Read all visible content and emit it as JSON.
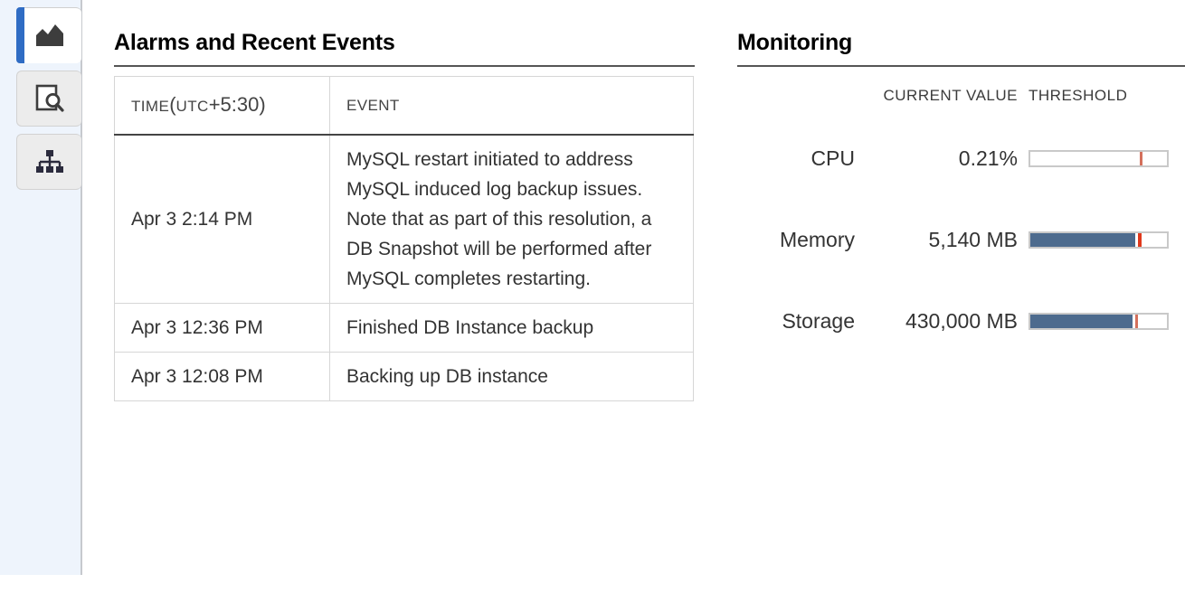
{
  "sidebar": {
    "tabs": [
      {
        "name": "monitoring-graphs",
        "icon": "area-chart-icon",
        "selected": true
      },
      {
        "name": "logs-and-events",
        "icon": "document-search-icon",
        "selected": false
      },
      {
        "name": "configuration",
        "icon": "sitemap-icon",
        "selected": false
      }
    ],
    "accent_color": "#2f6cc4",
    "background_color": "#eef4fc"
  },
  "events_panel": {
    "title": "Alarms and Recent Events",
    "columns": {
      "time_prefix": "TIME",
      "time_suffix": "(UTC+5:30)",
      "time_small_1": "TIME",
      "time_paren_open": "(",
      "time_utc": "UTC",
      "time_offset": "+5:30",
      "time_paren_close": ")",
      "event": "EVENT"
    },
    "rows": [
      {
        "time": "Apr 3 2:14 PM",
        "event": "MySQL restart initiated to address MySQL induced log backup issues. Note that as part of this resolution, a DB Snapshot will be performed after MySQL completes restarting."
      },
      {
        "time": "Apr 3 12:36 PM",
        "event": "Finished DB Instance backup"
      },
      {
        "time": "Apr 3 12:08 PM",
        "event": "Backing up DB instance"
      }
    ]
  },
  "monitoring_panel": {
    "title": "Monitoring",
    "columns": {
      "metric": "",
      "current_value": "CURRENT VALUE",
      "threshold": "THRESHOLD"
    },
    "metrics": [
      {
        "label": "CPU",
        "value": "0.21%",
        "fill_percent": 0,
        "threshold_percent": 80,
        "threshold_color": "#d4705c",
        "fill_color": "#4d6b8e"
      },
      {
        "label": "Memory",
        "value": "5,140 MB",
        "fill_percent": 77,
        "threshold_percent": 79,
        "threshold_color": "#e0391c",
        "fill_color": "#4d6b8e"
      },
      {
        "label": "Storage",
        "value": "430,000 MB",
        "fill_percent": 75,
        "threshold_percent": 77,
        "threshold_color": "#d4705c",
        "fill_color": "#4d6b8e"
      }
    ]
  }
}
